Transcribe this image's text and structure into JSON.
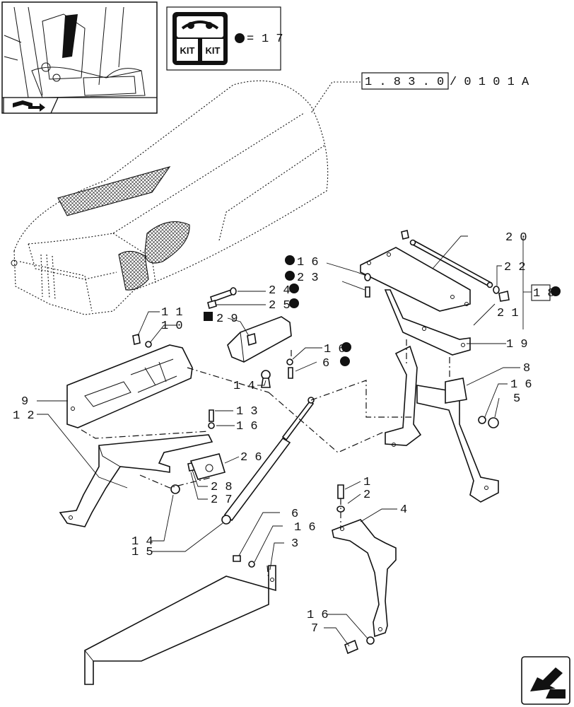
{
  "kit_legend": {
    "kit_badge_left": "KIT",
    "kit_badge_right": "KIT",
    "equals": "=",
    "value": "1 7"
  },
  "reference": {
    "boxed": "1 . 8 3 . 0",
    "suffix": "/ 0 1   0 1 A"
  },
  "callouts": [
    {
      "id": "c20",
      "text": "2 0"
    },
    {
      "id": "c22",
      "text": "2 2"
    },
    {
      "id": "c18",
      "text": "1 8"
    },
    {
      "id": "c21",
      "text": "2 1"
    },
    {
      "id": "c19",
      "text": "1 9"
    },
    {
      "id": "c16a",
      "text": "1 6"
    },
    {
      "id": "c23",
      "text": "2 3"
    },
    {
      "id": "c24",
      "text": "2 4"
    },
    {
      "id": "c25",
      "text": "2 5"
    },
    {
      "id": "c11",
      "text": "1 1"
    },
    {
      "id": "c10",
      "text": "1 0"
    },
    {
      "id": "c29",
      "text": "2 9"
    },
    {
      "id": "c16b",
      "text": "1 6"
    },
    {
      "id": "c6a",
      "text": "6"
    },
    {
      "id": "c14a",
      "text": "1 4"
    },
    {
      "id": "c8",
      "text": "8"
    },
    {
      "id": "c16c",
      "text": "1 6"
    },
    {
      "id": "c5",
      "text": "5"
    },
    {
      "id": "c9",
      "text": "9"
    },
    {
      "id": "c12",
      "text": "1 2"
    },
    {
      "id": "c13",
      "text": "1 3"
    },
    {
      "id": "c16d",
      "text": "1 6"
    },
    {
      "id": "c26",
      "text": "2 6"
    },
    {
      "id": "c28",
      "text": "2 8"
    },
    {
      "id": "c27",
      "text": "2 7"
    },
    {
      "id": "c1",
      "text": "1"
    },
    {
      "id": "c2",
      "text": "2"
    },
    {
      "id": "c4",
      "text": "4"
    },
    {
      "id": "c6b",
      "text": "6"
    },
    {
      "id": "c16e",
      "text": "1 6"
    },
    {
      "id": "c3",
      "text": "3"
    },
    {
      "id": "c14b",
      "text": "1 4"
    },
    {
      "id": "c15",
      "text": "1 5"
    },
    {
      "id": "c16f",
      "text": "1 6"
    },
    {
      "id": "c7",
      "text": "7"
    }
  ],
  "icons": {
    "thumbnail": "tractor-cab-thumbnail",
    "thumb_nav": "book-arrow-icon",
    "kit": "kit-box-icon",
    "marker_circle": "kit-dot-marker",
    "marker_square": "square-marker",
    "nav_next": "next-page-arrow-icon"
  }
}
